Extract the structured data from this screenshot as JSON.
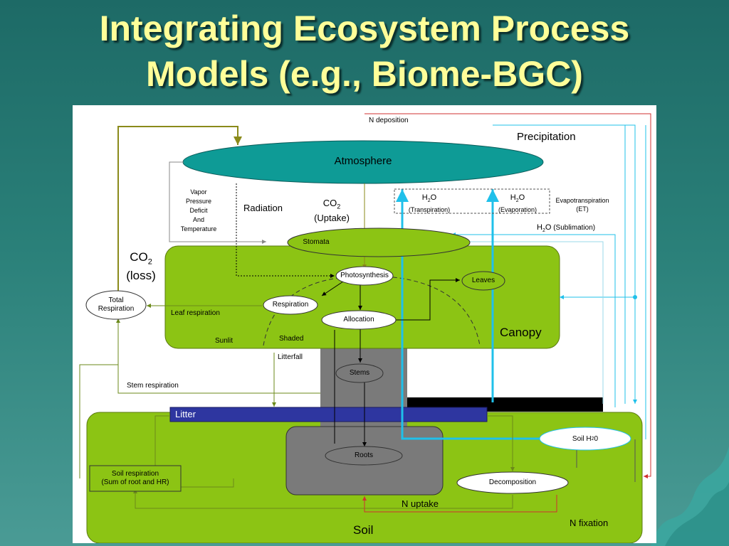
{
  "title": {
    "line1": "Integrating Ecosystem Process",
    "line2": "Models (e.g., Biome-BGC)"
  },
  "diagram": {
    "atmosphere": "Atmosphere",
    "n_deposition": "N deposition",
    "precipitation": "Precipitation",
    "vpd": [
      "Vapor",
      "Pressure",
      "Deficit",
      "And",
      "Temperature"
    ],
    "radiation": "Radiation",
    "co2_uptake": {
      "main": "CO",
      "sub": "2",
      "paren": "(Uptake)"
    },
    "h2o_transpiration": {
      "main": "H",
      "sub": "2",
      "tail": "O",
      "paren": "(Transpiration)"
    },
    "h2o_evaporation": {
      "main": "H",
      "sub": "2",
      "tail": "O",
      "paren": "(Evaporation)"
    },
    "evapotranspiration": [
      "Evapotranspiration",
      "(ET)"
    ],
    "h2o_sublimation": {
      "main": "H",
      "sub": "2",
      "tail": "O",
      "paren": "(Sublimation)"
    },
    "stomata": "Stomata",
    "co2_loss": {
      "main": "CO",
      "sub": "2",
      "paren": "(loss)"
    },
    "photosynthesis": "Photosynthesis",
    "leaves": "Leaves",
    "total_respiration": [
      "Total",
      "Respiration"
    ],
    "respiration": "Respiration",
    "allocation": "Allocation",
    "leaf_respiration": "Leaf respiration",
    "sunlit": "Sunlit",
    "shaded": "Shaded",
    "canopy": "Canopy",
    "litterfall": "Litterfall",
    "stems": "Stems",
    "stem_respiration": "Stem respiration",
    "litter": "Litter",
    "roots": "Roots",
    "soil_h2o": {
      "main": "Soil H",
      "sub": "2",
      "tail": "0"
    },
    "soil_respiration": [
      "Soil respiration",
      "(Sum of root and HR)"
    ],
    "decomposition": "Decomposition",
    "n_uptake": "N uptake",
    "n_fixation": "N fixation",
    "soil": "Soil"
  },
  "colors": {
    "background": "#1d6a66",
    "title": "#ffff99",
    "atmosphere": "#0e9b96",
    "vegetation": "#8cc414",
    "stem": "#7a7a7a",
    "litter_bar": "#2e36a0",
    "n_flux": "#d03030",
    "water_flux": "#1fc0ea",
    "carbon_loss": "#8a8a1a"
  }
}
